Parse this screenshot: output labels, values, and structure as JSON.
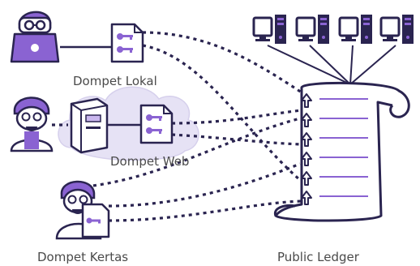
{
  "labels": {
    "local_wallet": "Dompet Lokal",
    "web_wallet": "Dompet Web",
    "paper_wallet": "Dompet Kertas",
    "ledger": "Public Ledger"
  },
  "colors": {
    "outline": "#2a2450",
    "accent": "#8a63d2",
    "accent_light": "#c9b6ee",
    "cloud": "#e6e2f5",
    "label": "#4a4a4a"
  },
  "icons": {
    "user": "user-icon",
    "computer": "computer-icon",
    "server": "server-icon",
    "key_document": "key-document-icon",
    "scroll": "scroll-icon",
    "arrow_up": "arrow-up-icon"
  }
}
